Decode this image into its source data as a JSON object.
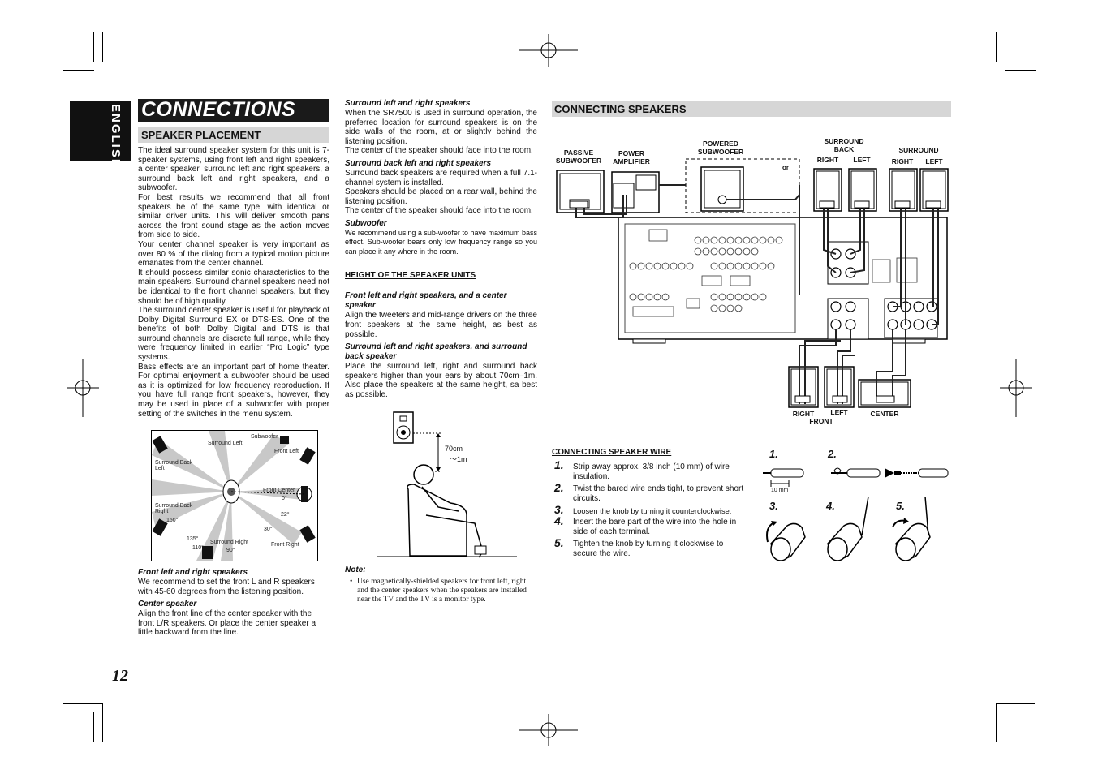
{
  "sidebar": {
    "language": "ENGLISH"
  },
  "page_number": "12",
  "title": "CONNECTIONS",
  "speaker_placement": {
    "heading": "SPEAKER PLACEMENT",
    "paragraphs": [
      "The ideal surround speaker system for this unit is 7-speaker systems, using front left and right speakers, a center speaker, surround left and right speakers, a surround back left and right speakers, and a subwoofer.",
      "For best results we recommend that all front speakers be of the same type, with identical or similar driver units. This will deliver smooth pans across the front sound stage as the action moves from side to side.",
      "Your center channel speaker is very important as over 80 % of the dialog from a typical motion picture emanates from the center channel.",
      "It should possess similar sonic characteristics to the main speakers. Surround channel speakers need not be identical to the front channel speakers, but they should be of high quality.",
      "The surround center speaker is useful for playback of Dolby Digital Surround EX or DTS-ES. One of the benefits of both Dolby Digital and DTS is that surround channels are discrete full range, while they were frequency limited in earlier “Pro Logic” type systems.",
      "Bass effects are an important part of home theater. For optimal enjoyment a subwoofer should be used as it is optimized for low frequency reproduction. If you have full range front speakers, however, they may be used in place of a subwoofer with proper setting of the switches in the menu system."
    ],
    "diagram": {
      "surround_left": "Surround Left",
      "subwoofer": "Subwoofer",
      "front_left": "Front Left",
      "surround_back_left": "Surround  Back Left",
      "front_center": "Front Center",
      "zero": "0°",
      "surround_back_right": "Surround  Back Right",
      "deg150": "150°",
      "deg22": "22°",
      "deg30": "30°",
      "deg135": "135°",
      "surround_right": "Surround Right",
      "deg110": "110°",
      "deg90": "90°",
      "front_right": "Front Right"
    },
    "front_lr_heading": "Front left and right speakers",
    "front_lr_text": "We recommend to set the front L and R speakers with 45-60 degrees from the listening position.",
    "center_heading": "Center speaker",
    "center_text": "Align the front line of the center speaker with the front L/R speakers. Or place the center speaker a little backward from the line."
  },
  "middle": {
    "surround_lr_heading": "Surround left and right speakers",
    "surround_lr_text": "When the SR7500 is used in surround operation, the preferred location for surround speakers is on the side walls of the room, at or slightly behind the listening position.",
    "surround_lr_text2": "The center of the speaker should face into the room.",
    "surround_back_heading": "Surround back left and right speakers",
    "surround_back_text": "Surround back speakers are required when a full 7.1-channel system is installed.",
    "surround_back_text2": "Speakers should be placed on a rear wall, behind the listening position.",
    "surround_back_text3": "The center of the speaker should face into the room.",
    "subwoofer_heading": "Subwoofer",
    "subwoofer_text": "We recommend using a sub-woofer to have maximum bass effect. Sub-woofer bears only low frequency range so you can place it any where in the room.",
    "height_heading": "HEIGHT OF THE SPEAKER UNITS",
    "height_front_heading": "Front left and right speakers, and a center speaker",
    "height_front_text": "Align the tweeters and mid-range drivers on the three front speakers at the same height, as best as possible.",
    "height_surround_heading": "Surround left and right speakers, and surround back speaker",
    "height_surround_text": "Place the surround left, right and surround back speakers higher than your ears by about 70cm–1m. Also place the speakers at the same height, sa best as possible.",
    "height_label_1": "70cm",
    "height_label_2": "～1m",
    "note_heading": "Note:",
    "note_text": "Use magnetically-shielded speakers for front left, right and the center speakers when the speakers are installed near the TV and the TV is a monitor type."
  },
  "connecting": {
    "heading": "CONNECTING SPEAKERS",
    "labels": {
      "passive_subwoofer": "PASSIVE SUBWOOFER",
      "power_amplifier": "POWER AMPLIFIER",
      "powered_subwoofer": "POWERED SUBWOOFER",
      "or": "or",
      "surround_back": "SURROUND BACK",
      "sb_right": "RIGHT",
      "sb_left": "LEFT",
      "surround": "SURROUND",
      "s_right": "RIGHT",
      "s_left": "LEFT",
      "front_right": "RIGHT",
      "front_left": "LEFT",
      "front": "FRONT",
      "center": "CENTER"
    },
    "wire_heading": "CONNECTING SPEAKER WIRE",
    "steps": [
      {
        "num": "1.",
        "text": "Strip away approx. 3/8 inch (10 mm) of wire insulation."
      },
      {
        "num": "2.",
        "text": "Twist the bared wire ends tight, to prevent short circuits."
      },
      {
        "num": "3.",
        "text": "Loosen the knob by turning it counterclockwise."
      },
      {
        "num": "4.",
        "text": "Insert the bare part of the wire into the hole in side of each terminal."
      },
      {
        "num": "5.",
        "text": "Tighten the knob by turning it clockwise to secure the wire."
      }
    ],
    "illus": {
      "n1": "1.",
      "n2": "2.",
      "n3": "3.",
      "n4": "4.",
      "n5": "5.",
      "mm": "10 mm"
    }
  }
}
